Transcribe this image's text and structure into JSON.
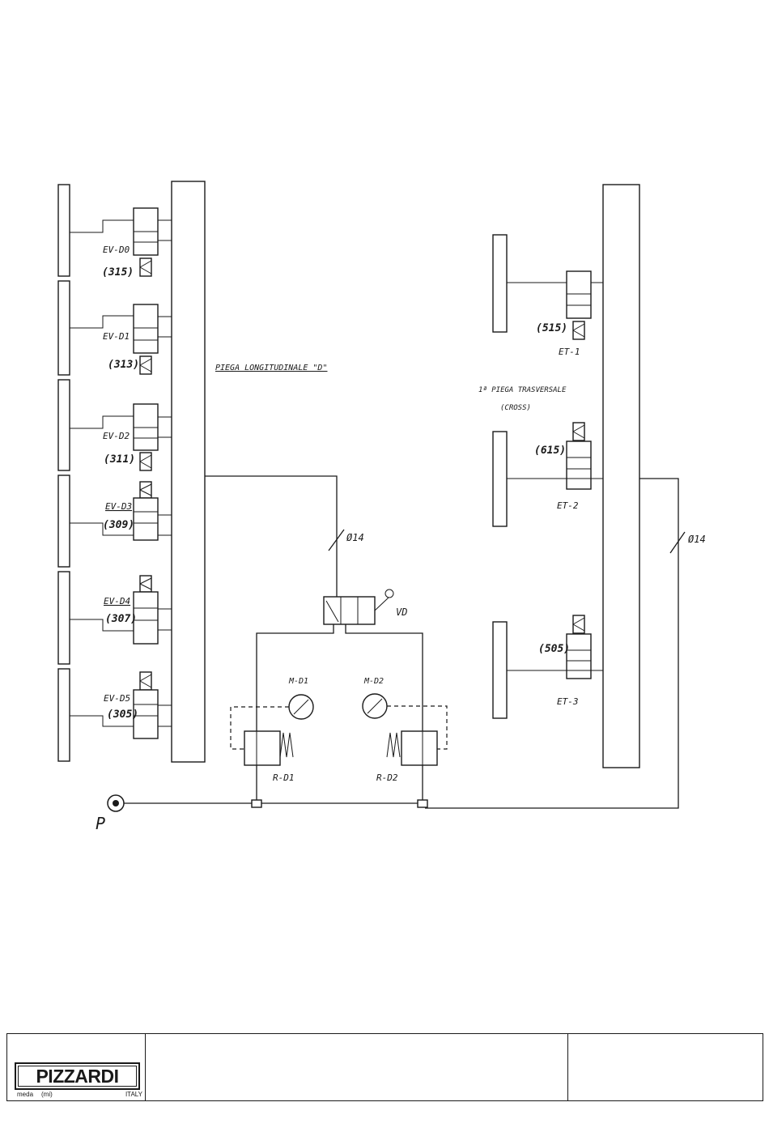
{
  "diagram": {
    "valves_left": [
      {
        "tag": "EV-D0",
        "code": "(315)"
      },
      {
        "tag": "EV-D1",
        "code": "(313)"
      },
      {
        "tag": "EV-D2",
        "code": "(311)"
      },
      {
        "tag": "EV-D3",
        "code": "(309)"
      },
      {
        "tag": "EV-D4",
        "code": "(307)"
      },
      {
        "tag": "EV-D5",
        "code": "(305)"
      }
    ],
    "valves_right": [
      {
        "tag": "ET-1",
        "code": "(515)"
      },
      {
        "tag": "ET-2",
        "code": "(615)"
      },
      {
        "tag": "ET-3",
        "code": "(505)"
      }
    ],
    "label_longitudinal": "PIEGA LONGITUDINALE \"D\"",
    "label_cross_line1": "1ª PIEGA TRASVERSALE",
    "label_cross_line2": "(CROSS)",
    "pipe_left": "Ø14",
    "pipe_right": "Ø14",
    "main_valve": "VD",
    "gauge_1": "M-D1",
    "gauge_2": "M-D2",
    "regulator_1": "R-D1",
    "regulator_2": "R-D2",
    "supply": "P"
  },
  "title_block": {
    "logo": "PIZZARDI",
    "logo_sub1": "meda",
    "logo_sub2": "(mi)",
    "logo_sub3": "ITALY"
  }
}
